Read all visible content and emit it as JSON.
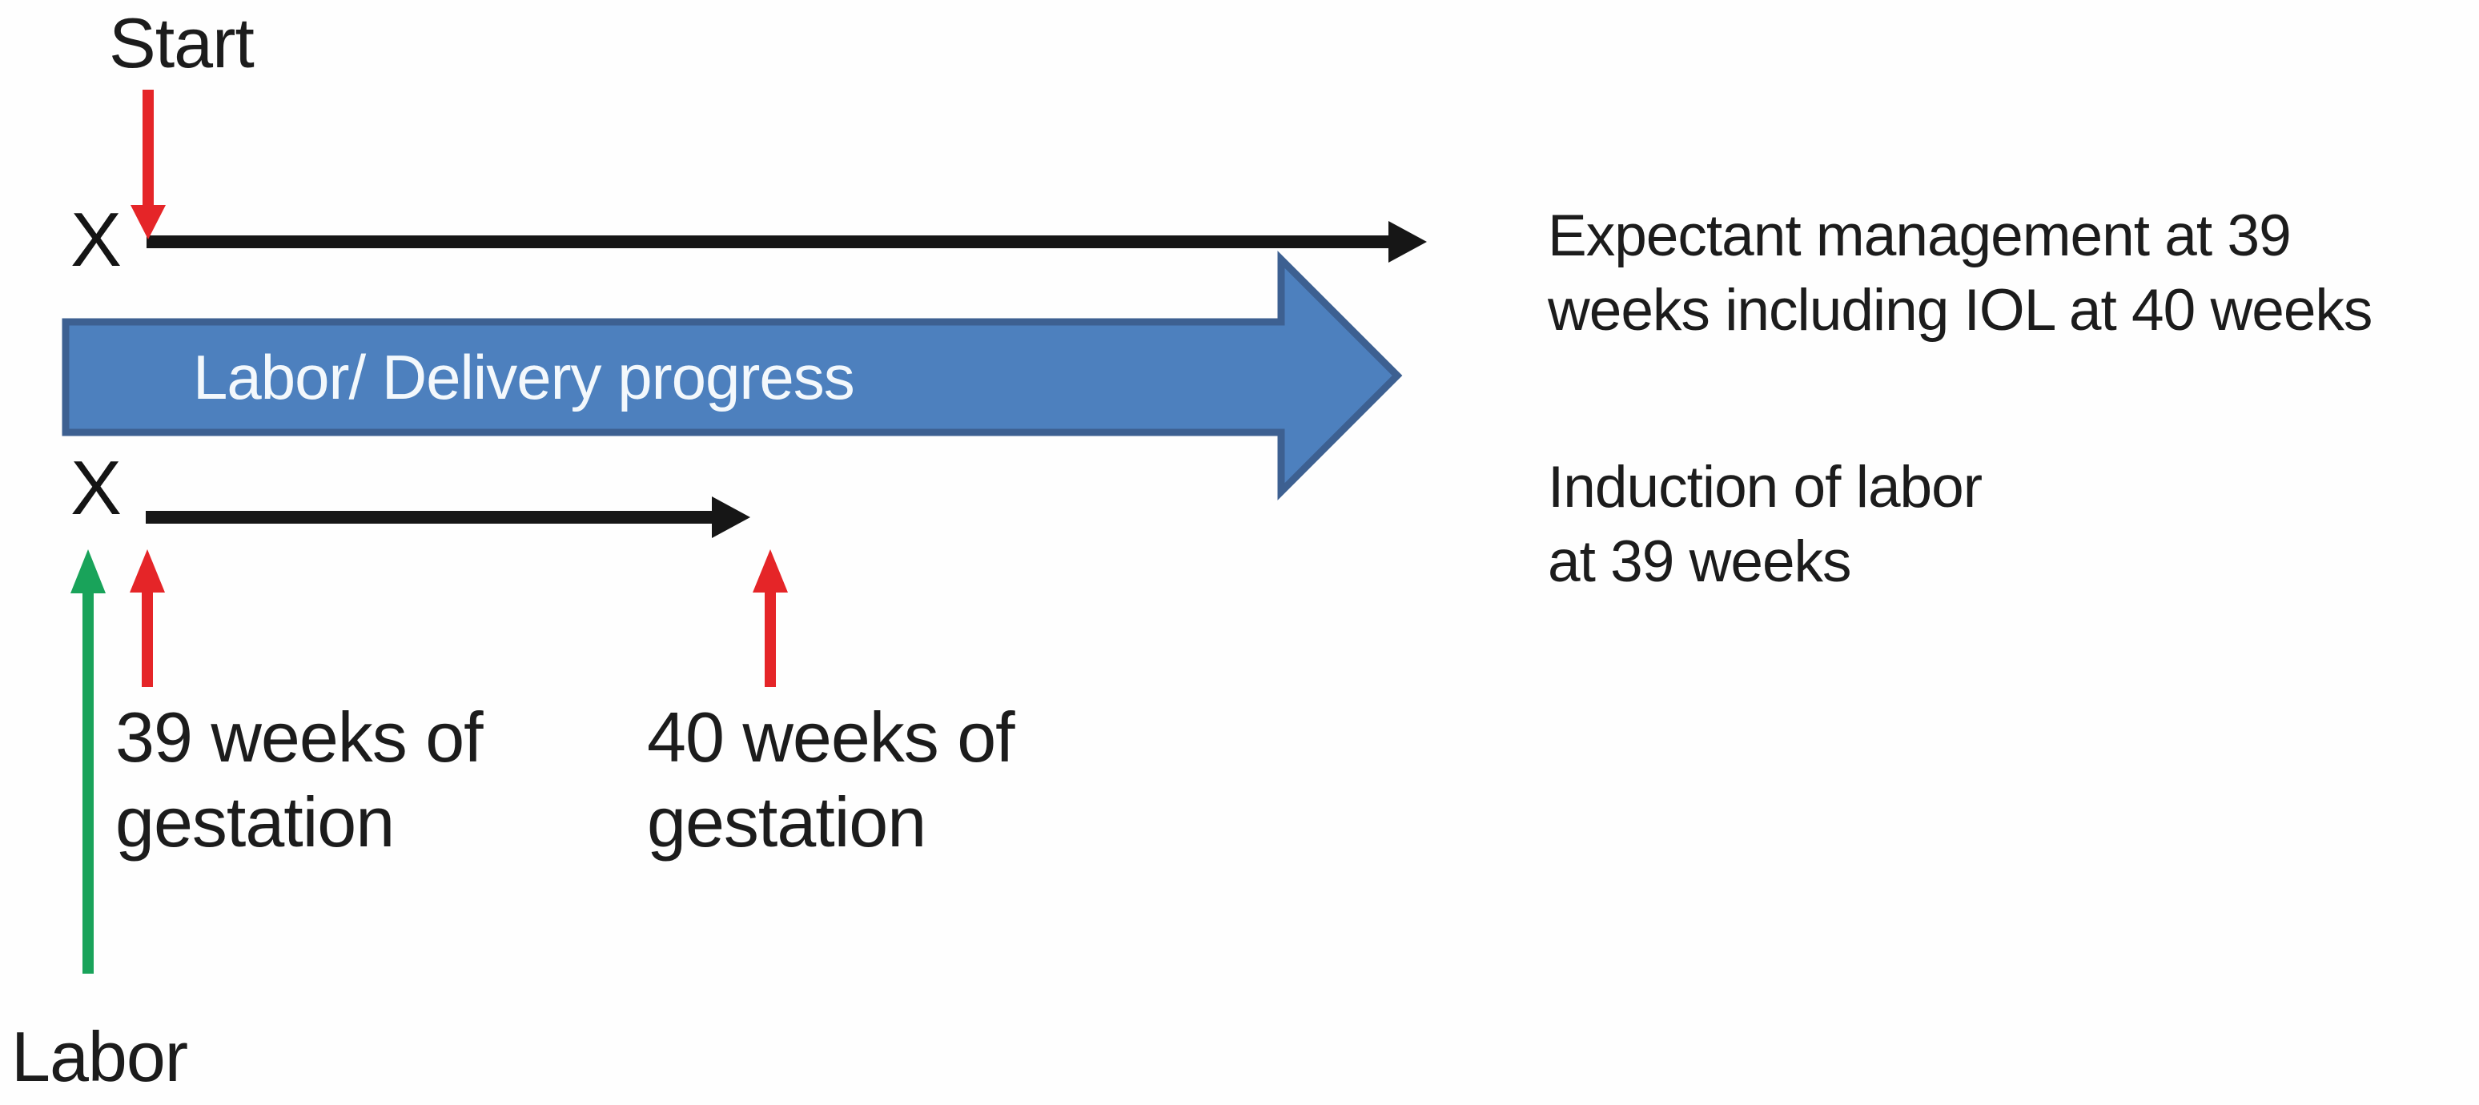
{
  "diagram": {
    "start_label": "Start",
    "x_marker_top": "X",
    "x_marker_bottom": "X",
    "blue_arrow_label": "Labor/ Delivery progress",
    "right_text_top": "Expectant management at 39\nweeks including IOL at 40 weeks",
    "right_text_bottom": "Induction of labor\nat 39 weeks",
    "label_39_weeks": "39 weeks of\ngestation",
    "label_40_weeks": "40 weeks of\ngestation",
    "labor_label": "Labor",
    "colors": {
      "black_arrow": "#161616",
      "red_marker": "#e52528",
      "green_labor": "#19a35a",
      "blue_fill": "#4d80be",
      "blue_border": "#3d6091",
      "blue_label_text": "#f3f8fc",
      "text": "#1c1c1c",
      "background": "#fefefe"
    }
  }
}
